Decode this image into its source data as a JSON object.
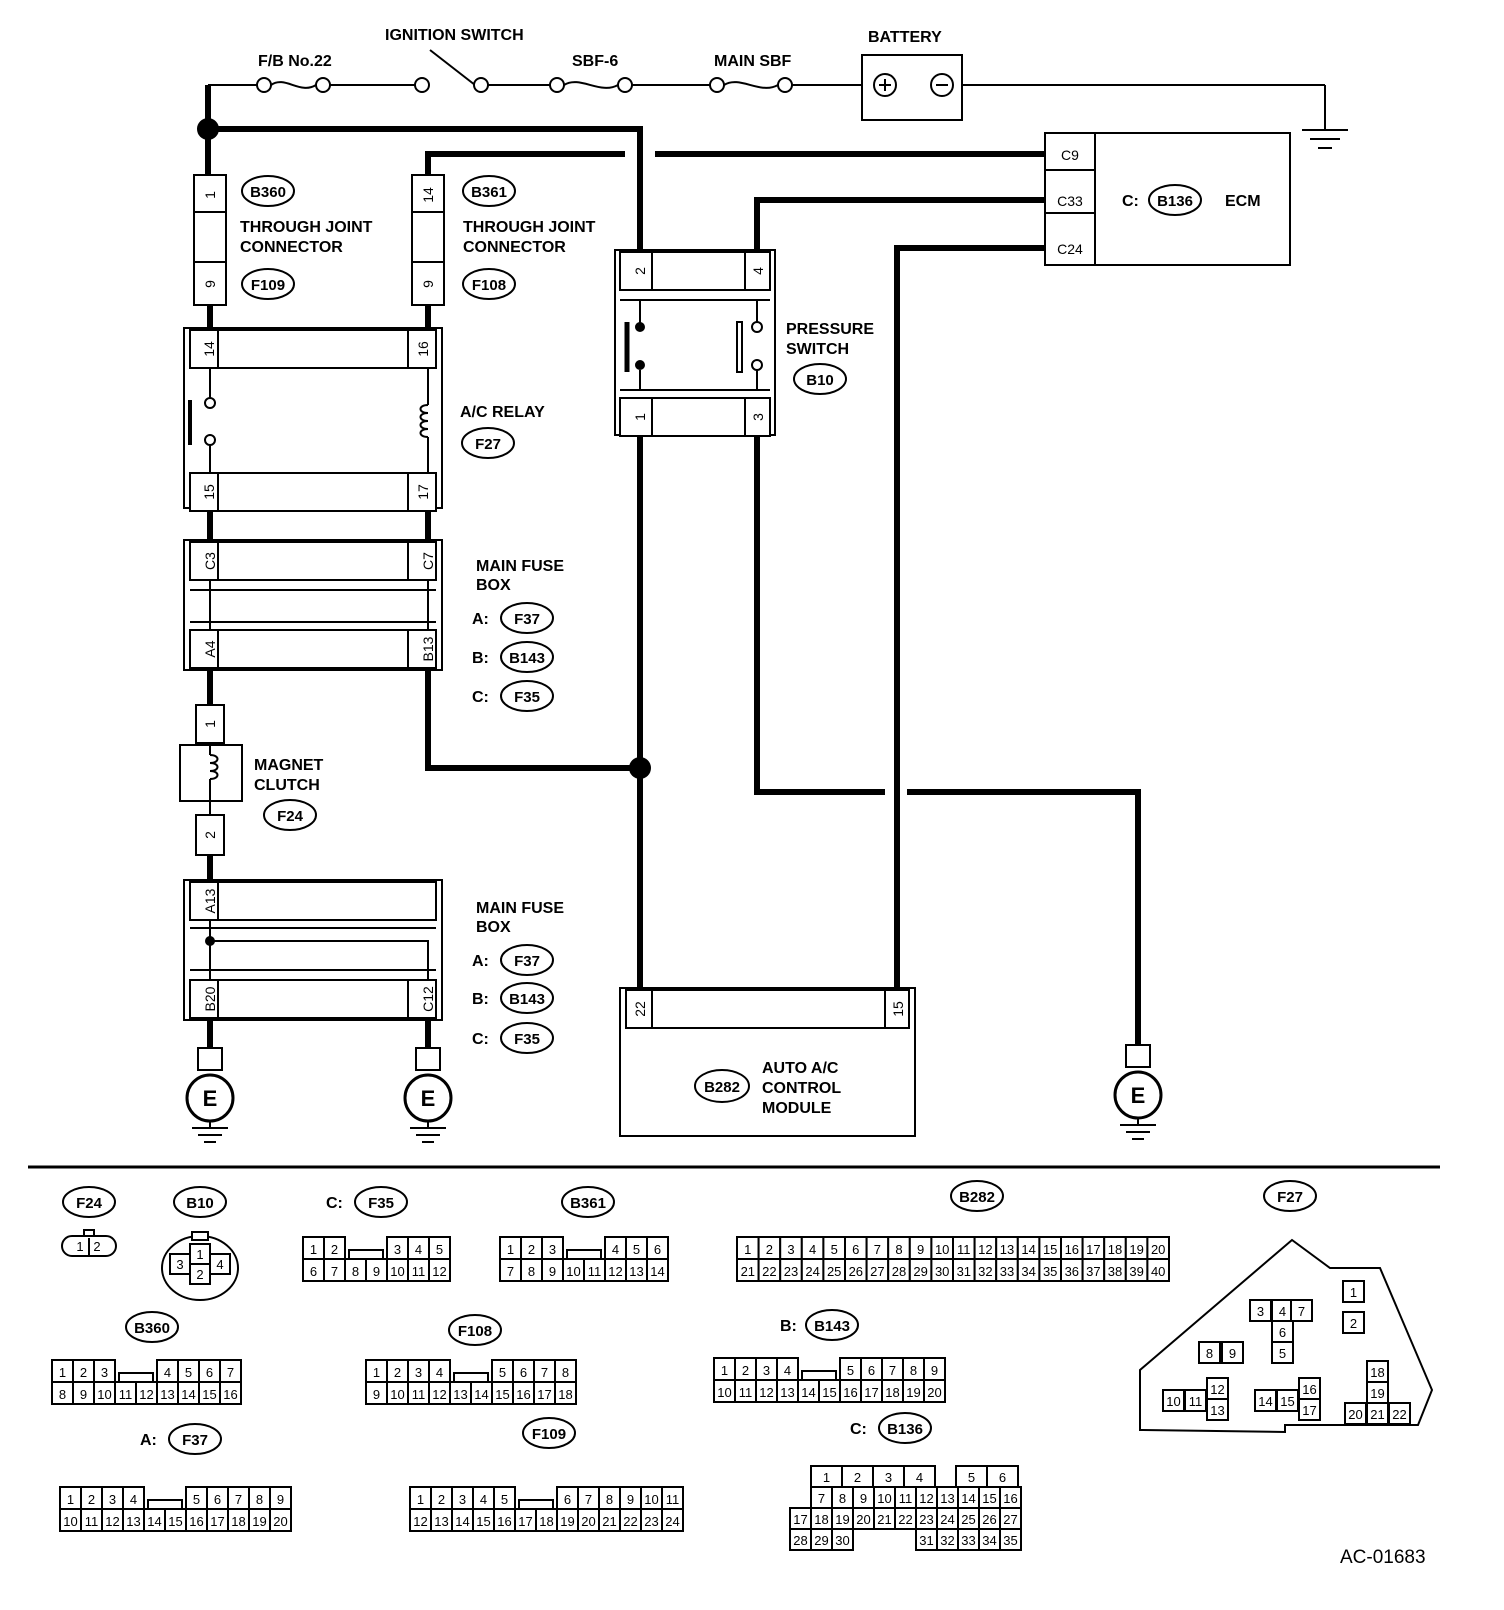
{
  "footer_code": "AC-01683",
  "labels": {
    "fb22": "F/B No.22",
    "ignition": "IGNITION SWITCH",
    "sbf6": "SBF-6",
    "main_sbf": "MAIN SBF",
    "battery": "BATTERY",
    "tjc1_l1": "THROUGH JOINT",
    "tjc1_l2": "CONNECTOR",
    "tjc2_l1": "THROUGH JOINT",
    "tjc2_l2": "CONNECTOR",
    "ac_relay": "A/C RELAY",
    "pressure_l1": "PRESSURE",
    "pressure_l2": "SWITCH",
    "ecm": "ECM",
    "ecm_prefix": "C:",
    "mfb1_l1": "MAIN FUSE",
    "mfb1_l2": "BOX",
    "mfb2_l1": "MAIN FUSE",
    "mfb2_l2": "BOX",
    "magnet_l1": "MAGNET",
    "magnet_l2": "CLUTCH",
    "module_l1": "AUTO A/C",
    "module_l2": "CONTROL",
    "module_l3": "MODULE",
    "ground": "E",
    "prefix_a": "A:",
    "prefix_b": "B:",
    "prefix_c": "C:"
  },
  "connectors": {
    "B360": "B360",
    "B361": "B361",
    "F109": "F109",
    "F108": "F108",
    "F27": "F27",
    "B10": "B10",
    "B136": "B136",
    "F37": "F37",
    "B143": "B143",
    "F35": "F35",
    "F24": "F24",
    "B282": "B282"
  },
  "pins": {
    "b360": "1",
    "f109": "9",
    "b361": "14",
    "f108": "9",
    "relay_top_l": "14",
    "relay_top_r": "16",
    "relay_bot_l": "15",
    "relay_bot_r": "17",
    "mfb_c3": "C3",
    "mfb_c7": "C7",
    "mfb_a4": "A4",
    "mfb_b13": "B13",
    "clutch_1": "1",
    "clutch_2": "2",
    "mfb_a13": "A13",
    "mfb_b20": "B20",
    "mfb_c12": "C12",
    "ps_2": "2",
    "ps_4": "4",
    "ps_1": "1",
    "ps_3": "3",
    "ecm_c9": "C9",
    "ecm_c33": "C33",
    "ecm_c24": "C24",
    "mod_22": "22",
    "mod_15": "15"
  },
  "legend": {
    "F24": [
      "1",
      "2"
    ],
    "B10": [
      "1",
      "2",
      "3",
      "4"
    ],
    "F35": {
      "row1": [
        "1",
        "2",
        "",
        "3",
        "4",
        "5"
      ],
      "row2": [
        "6",
        "7",
        "8",
        "9",
        "10",
        "11",
        "12"
      ]
    },
    "B361": {
      "row1": [
        "1",
        "2",
        "3",
        "",
        "4",
        "5",
        "6"
      ],
      "row2": [
        "7",
        "8",
        "9",
        "10",
        "11",
        "12",
        "13",
        "14"
      ]
    },
    "B282": {
      "row1": [
        "1",
        "2",
        "3",
        "4",
        "5",
        "6",
        "7",
        "8",
        "9",
        "10",
        "11",
        "12",
        "13",
        "14",
        "15",
        "16",
        "17",
        "18",
        "19",
        "20"
      ],
      "row2": [
        "21",
        "22",
        "23",
        "24",
        "25",
        "26",
        "27",
        "28",
        "29",
        "30",
        "31",
        "32",
        "33",
        "34",
        "35",
        "36",
        "37",
        "38",
        "39",
        "40"
      ]
    },
    "B360": {
      "row1": [
        "1",
        "2",
        "3",
        "",
        "4",
        "5",
        "6",
        "7"
      ],
      "row2": [
        "8",
        "9",
        "10",
        "11",
        "12",
        "13",
        "14",
        "15",
        "16"
      ]
    },
    "F108": {
      "row1": [
        "1",
        "2",
        "3",
        "4",
        "",
        "5",
        "6",
        "7",
        "8"
      ],
      "row2": [
        "9",
        "10",
        "11",
        "12",
        "13",
        "14",
        "15",
        "16",
        "17",
        "18"
      ]
    },
    "B143": {
      "row1": [
        "1",
        "2",
        "3",
        "4",
        "",
        "5",
        "6",
        "7",
        "8",
        "9"
      ],
      "row2": [
        "10",
        "11",
        "12",
        "13",
        "14",
        "15",
        "16",
        "17",
        "18",
        "19",
        "20"
      ]
    },
    "F37": {
      "row1": [
        "1",
        "2",
        "3",
        "4",
        "",
        "5",
        "6",
        "7",
        "8",
        "9"
      ],
      "row2": [
        "10",
        "11",
        "12",
        "13",
        "14",
        "15",
        "16",
        "17",
        "18",
        "19",
        "20"
      ]
    },
    "F109": {
      "row1": [
        "1",
        "2",
        "3",
        "4",
        "5",
        "",
        "6",
        "7",
        "8",
        "9",
        "10",
        "11"
      ],
      "row2": [
        "12",
        "13",
        "14",
        "15",
        "16",
        "17",
        "18",
        "19",
        "20",
        "21",
        "22",
        "23",
        "24"
      ]
    },
    "B136": {
      "row1": [
        "1",
        "2",
        "3",
        "4",
        "",
        "5",
        "6"
      ],
      "row2": [
        "7",
        "8",
        "9",
        "10",
        "11",
        "12",
        "13",
        "14",
        "15",
        "16"
      ],
      "row3": [
        "17",
        "18",
        "19",
        "20",
        "21",
        "22",
        "23",
        "24",
        "25",
        "26",
        "27"
      ],
      "row4": [
        "28",
        "29",
        "30",
        "31",
        "32",
        "33",
        "34",
        "35"
      ]
    },
    "F27": [
      "1",
      "2",
      "3",
      "4",
      "5",
      "6",
      "7",
      "8",
      "9",
      "10",
      "11",
      "12",
      "13",
      "14",
      "15",
      "16",
      "17",
      "18",
      "19",
      "20",
      "21",
      "22"
    ]
  }
}
